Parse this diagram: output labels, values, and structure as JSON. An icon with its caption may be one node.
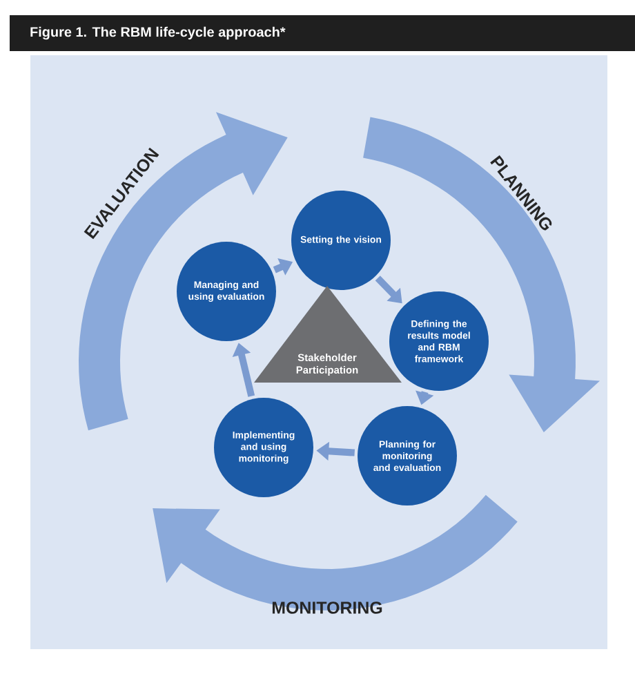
{
  "diagram": {
    "title": "Figure 1. The RBM life-cycle approach*",
    "nodes": [
      {
        "text": [
          "Setting the vision"
        ]
      },
      {
        "text": [
          "Defining the results model and RBM framework"
        ]
      },
      {
        "text": [
          "Planning for monitoring and evaluation"
        ]
      },
      {
        "text": [
          "Implementing and using monitoring"
        ]
      },
      {
        "text": [
          "Managing and using evaluation"
        ]
      },
      {
        "text": [
          "Stakeholder Participation"
        ]
      }
    ],
    "edges": [
      {
        "from": 0,
        "to": 1,
        "arrow": "to"
      },
      {
        "from": 1,
        "to": 2,
        "arrow": "to"
      },
      {
        "from": 2,
        "to": 3,
        "arrow": "to"
      },
      {
        "from": 3,
        "to": 4,
        "arrow": "to"
      },
      {
        "from": 4,
        "to": 0,
        "arrow": "to"
      }
    ],
    "labels": [
      "EVALUATION",
      "PLANNING",
      "MONITORING"
    ]
  }
}
